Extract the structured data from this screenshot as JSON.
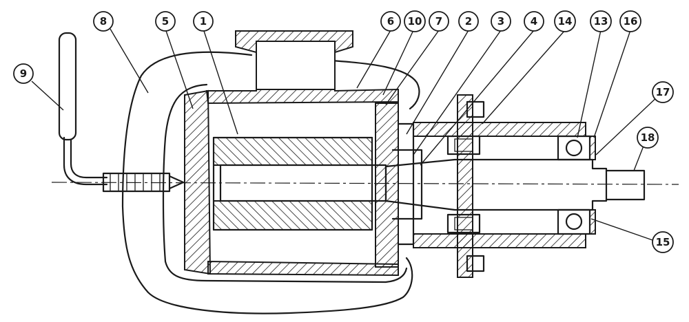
{
  "callouts": [
    {
      "label": "9"
    },
    {
      "label": "8"
    },
    {
      "label": "5"
    },
    {
      "label": "1"
    },
    {
      "label": "6"
    },
    {
      "label": "10"
    },
    {
      "label": "7"
    },
    {
      "label": "2"
    },
    {
      "label": "3"
    },
    {
      "label": "4"
    },
    {
      "label": "14"
    },
    {
      "label": "13"
    },
    {
      "label": "16"
    },
    {
      "label": "17"
    },
    {
      "label": "18"
    },
    {
      "label": "15"
    }
  ]
}
